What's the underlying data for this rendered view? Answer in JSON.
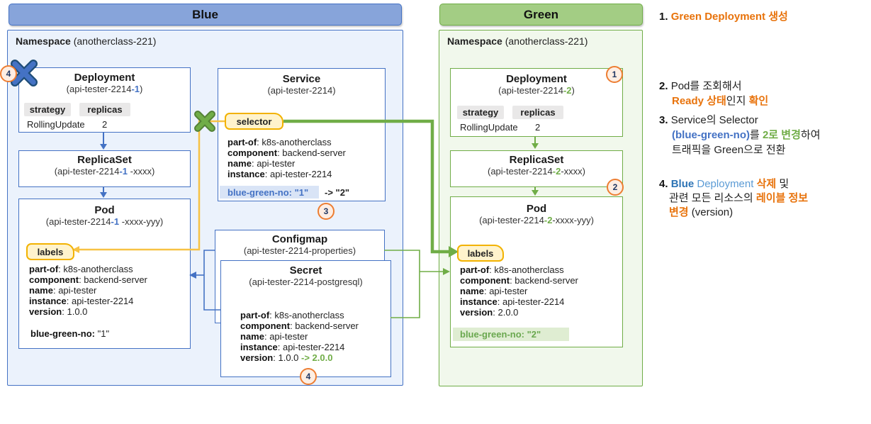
{
  "colors": {
    "blue_accent": "#4472c4",
    "green_accent": "#70ad47",
    "yellow_accent": "#f2b200",
    "orange_accent": "#e8730c",
    "blue_banner_fill": "#87a4da",
    "green_banner_fill": "#a3cd84",
    "blue_ns_fill": "#ebf2fc",
    "green_ns_fill": "#f1f8ec",
    "hl_blue_fill": "#d9e4f6",
    "hl_green_fill": "#dfedd2"
  },
  "blue": {
    "banner": "Blue",
    "namespace_label": "Namespace",
    "namespace_name": " (anotherclass-221)",
    "deployment": {
      "title": "Deployment",
      "sub_prefix": "(api-tester-2214",
      "sub_variant": "-1",
      "sub_suffix": ")",
      "chip1": "strategy",
      "chip2": "replicas",
      "value1": "RollingUpdate",
      "value2": "2"
    },
    "replicaset": {
      "title": "ReplicaSet",
      "sub_prefix": "(api-tester-2214",
      "sub_variant": "-1",
      "sub_suffix": " -xxxx)"
    },
    "pod": {
      "title": "Pod",
      "sub_prefix": "(api-tester-2214",
      "sub_variant": "-1",
      "sub_suffix": " -xxxx-yyy)",
      "labels_tag": "labels",
      "rows": [
        {
          "k": "part-of",
          "v": ": k8s-anotherclass"
        },
        {
          "k": "component",
          "v": ": backend-server"
        },
        {
          "k": "name",
          "v": ": api-tester"
        },
        {
          "k": "instance",
          "v": ": api-tester-2214"
        },
        {
          "k": "version",
          "v": ": 1.0.0"
        }
      ],
      "bluegreen_key": "blue-green-no:",
      "bluegreen_val": " \"1\""
    }
  },
  "service": {
    "title": "Service",
    "subtitle": "(api-tester-2214)",
    "selector_tag": "selector",
    "rows": [
      {
        "k": "part-of",
        "v": ": k8s-anotherclass"
      },
      {
        "k": "component",
        "v": ": backend-server"
      },
      {
        "k": "name",
        "v": ": api-tester"
      },
      {
        "k": "instance",
        "v": ": api-tester-2214"
      }
    ],
    "bluegreen_current": "blue-green-no: \"1\"",
    "bluegreen_change": "-> \"2\""
  },
  "configmap": {
    "title": "Configmap",
    "subtitle": "(api-tester-2214-properties)"
  },
  "secret": {
    "title": "Secret",
    "subtitle": "(api-tester-2214-postgresql)",
    "rows": [
      {
        "k": "part-of",
        "v": ": k8s-anotherclass"
      },
      {
        "k": "component",
        "v": ": backend-server"
      },
      {
        "k": "name",
        "v": ": api-tester"
      },
      {
        "k": "instance",
        "v": ": api-tester-2214"
      }
    ],
    "version_key": "version",
    "version_val": ": 1.0.0 ",
    "version_change": "-> 2.0.0"
  },
  "green": {
    "banner": "Green",
    "namespace_label": "Namespace",
    "namespace_name": " (anotherclass-221)",
    "deployment": {
      "title": "Deployment",
      "sub_prefix": "(api-tester-2214",
      "sub_variant": "-2",
      "sub_suffix": ")",
      "chip1": "strategy",
      "chip2": "replicas",
      "value1": "RollingUpdate",
      "value2": "2"
    },
    "replicaset": {
      "title": "ReplicaSet",
      "sub_prefix": "(api-tester-2214",
      "sub_variant": "-2",
      "sub_suffix": "-xxxx)"
    },
    "pod": {
      "title": "Pod",
      "sub_prefix": "(api-tester-2214",
      "sub_variant": "-2",
      "sub_suffix": "-xxxx-yyy)",
      "labels_tag": "labels",
      "rows": [
        {
          "k": "part-of",
          "v": ": k8s-anotherclass"
        },
        {
          "k": "component",
          "v": ": backend-server"
        },
        {
          "k": "name",
          "v": ": api-tester"
        },
        {
          "k": "instance",
          "v": ": api-tester-2214"
        },
        {
          "k": "version",
          "v": ": 2.0.0"
        }
      ],
      "bluegreen_highlight": "blue-green-no:  \"2\""
    }
  },
  "steps": {
    "n1": "1",
    "n2": "2",
    "n3": "3",
    "n4": "4"
  },
  "annotations": {
    "item1": {
      "num": "1.",
      "orange": "Green Deployment 생성"
    },
    "item2": {
      "num": "2.",
      "line1": "Pod를 조회해서",
      "line2_o1": "Ready 상태",
      "line2_mid": "인지 ",
      "line2_o2": "확인"
    },
    "item3": {
      "num": "3.",
      "line1": "Service의 Selector",
      "line2_blue": "(blue-green-no)",
      "line2_a": "를 ",
      "line2_green": "2로 변경",
      "line2_b": "하여",
      "line3": "트래픽을 Green으로 전환"
    },
    "item4": {
      "num": "4.",
      "blue_bold": "Blue",
      "blue_reg": " Deployment ",
      "orange1": "삭제",
      "black1": " 및",
      "line2": "관련 모든 리소스의 ",
      "line2_orange": "레이블 정보",
      "line3_orange": "변경",
      "line3_black": " (version)"
    }
  }
}
